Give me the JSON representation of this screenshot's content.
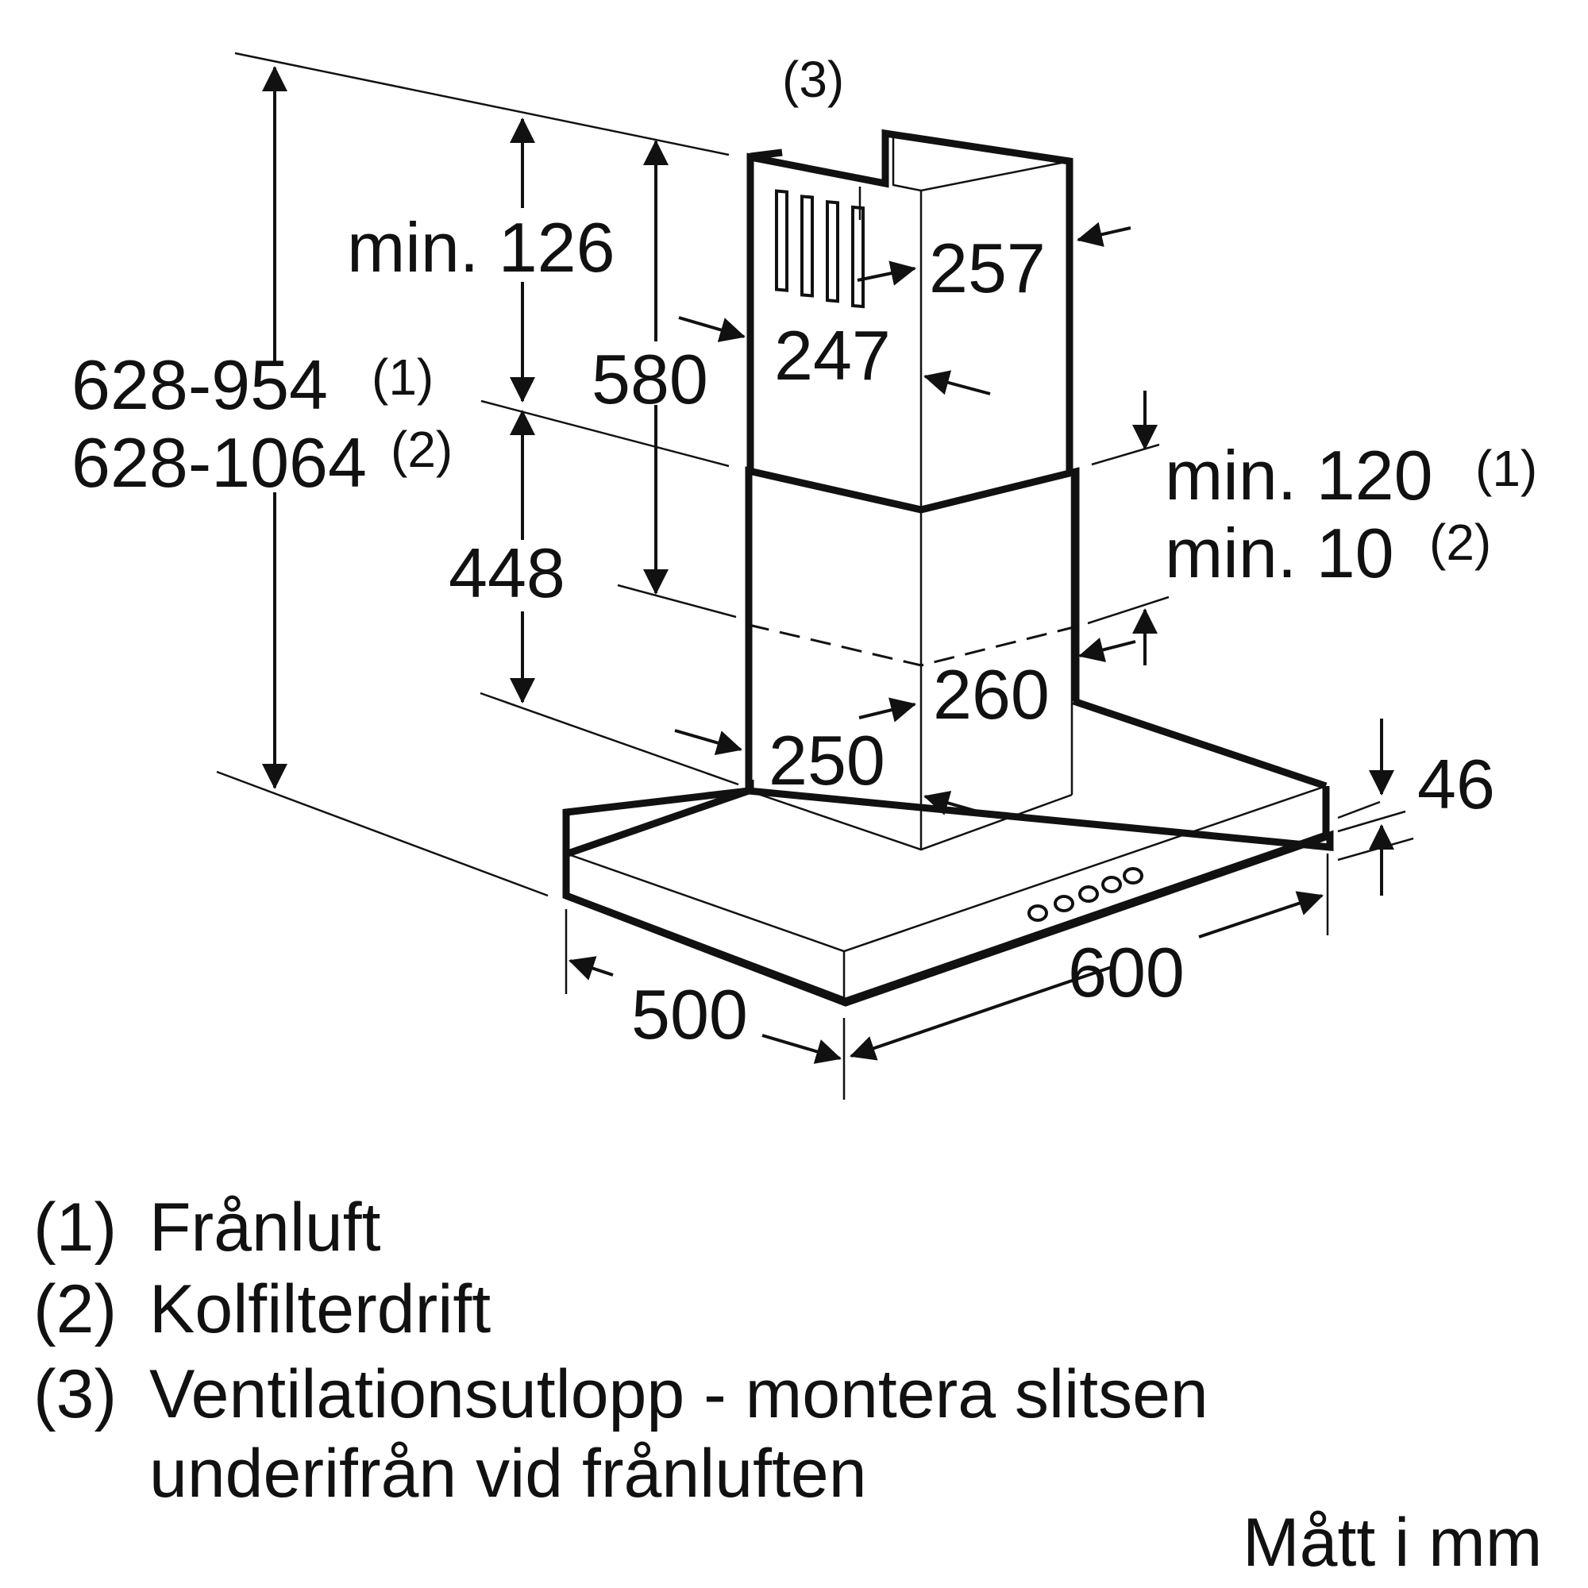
{
  "dimensions": {
    "height_range_1": "628-954",
    "height_range_1_note": "(1)",
    "height_range_2": "628-1064",
    "height_range_2_note": "(2)",
    "min_126": "min. 126",
    "chimney_580": "580",
    "chimney_448": "448",
    "upper_depth": "247",
    "upper_width": "257",
    "lower_width": "260",
    "lower_depth": "250",
    "min_120": "min. 120",
    "min_120_note": "(1)",
    "min_10": "min. 10",
    "min_10_note": "(2)",
    "canopy_height": "46",
    "canopy_width": "600",
    "canopy_depth": "500",
    "vent_callout": "(3)"
  },
  "footnotes": [
    {
      "num": "(1)",
      "text": "Frånluft"
    },
    {
      "num": "(2)",
      "text": "Kolfilterdrift"
    },
    {
      "num": "(3)",
      "text": "Ventilationsutlopp - montera slitsen"
    },
    {
      "num": "",
      "text": "underifrån vid frånluften"
    }
  ],
  "units_note": "Mått i mm"
}
